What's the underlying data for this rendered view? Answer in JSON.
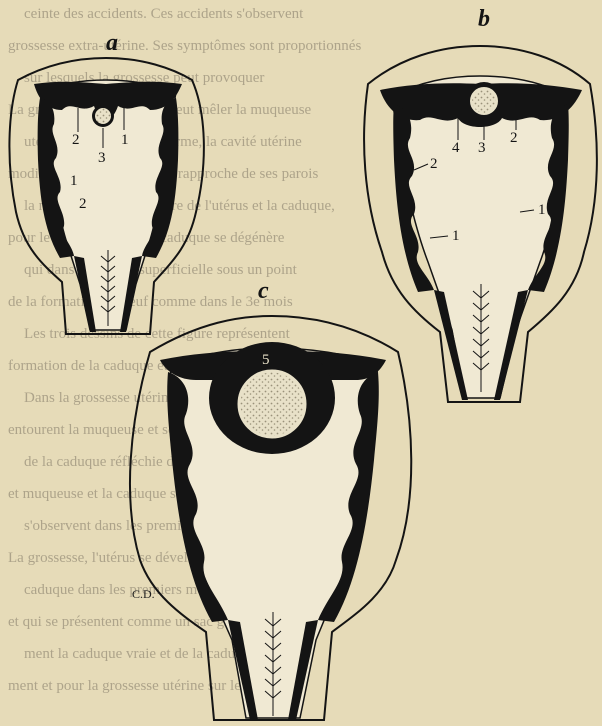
{
  "background_text": [
    "ceinte des accidents. Ces accidents s'observent",
    "grossesse extra-utérine. Ses symptômes sont proportionnés",
    "sur lesquels la grossesse peut provoquer",
    "La grossesse extra-utérine peut mêler la muqueuse",
    "utérine. La caduque se forme, la cavité utérine",
    "modifie la cavité utérine, se rapproche de ses parois",
    "la muqueuse intermédiaire de l'utérus et la caduque,",
    "pour le poids de l'œuf, la caduque se dégénère",
    "qui dans la couche superficielle sous un point",
    "de la formation et l'œuf comme dans le 3e mois",
    "Les trois dessins de cette figure représentent",
    "formation de la caduque et de l'œuf",
    "Dans la grossesse utérine il a la caduque qui",
    "entourent la muqueuse et son premier mois",
    "de la caduque réfléchie de la caduque vraie et",
    "et muqueuse et la caduque sérotine formant",
    "s'observent dans les premiers mois de la grossesse",
    "La grossesse, l'utérus se développe et la",
    "caduque dans les premiers mois par la formation",
    "et qui se présentent comme un sac globuleux",
    "ment la caduque vraie et de la caduque réfléchie",
    "ment et pour la grossesse utérine sur le"
  ],
  "figures": {
    "a": {
      "label": "a",
      "numbers": [
        "2",
        "3",
        "1",
        "1",
        "2"
      ]
    },
    "b": {
      "label": "b",
      "numbers": [
        "4",
        "3",
        "2",
        "2",
        "1",
        "1"
      ]
    },
    "c": {
      "label": "c",
      "numbers": [
        "5"
      ]
    }
  },
  "signature": "C.D.",
  "colors": {
    "paper": "#e6dbb8",
    "ink": "#141414",
    "egg": "#e8e1c8"
  }
}
